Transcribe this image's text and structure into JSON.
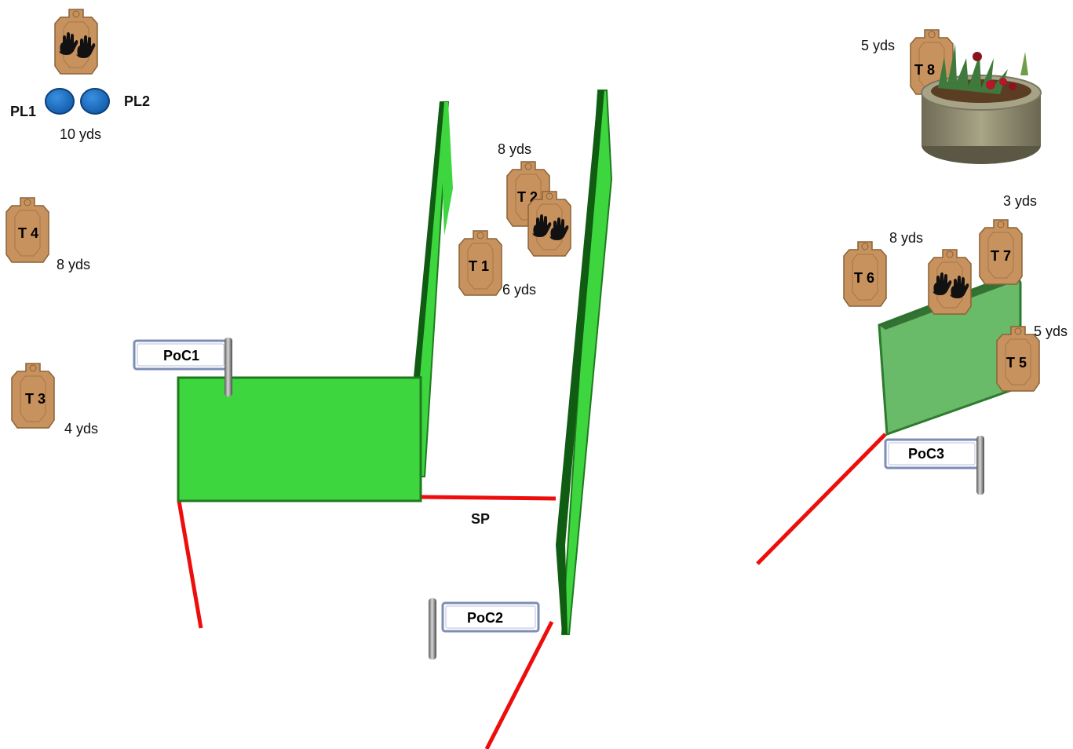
{
  "colors": {
    "wall": "#3ed63e",
    "wall_edge": "#1f7a1f",
    "wall_dark": "#0f5c12",
    "fault_line": "#ee0d0d",
    "target": "#c8925f",
    "target_edge": "#8a6236",
    "popper": "#1a6fc4",
    "translucent_wall": "#4fae4f",
    "sign_border": "#7d8db4"
  },
  "targets": [
    {
      "id": "T1",
      "label": "T 1",
      "distance": "6 yds",
      "no_shoot": false
    },
    {
      "id": "T2",
      "label": "T 2",
      "distance": "8 yds",
      "no_shoot": false
    },
    {
      "id": "T2-NS",
      "label": "",
      "distance": "",
      "no_shoot": true
    },
    {
      "id": "T3",
      "label": "T 3",
      "distance": "4 yds",
      "no_shoot": false
    },
    {
      "id": "T4",
      "label": "T 4",
      "distance": "8 yds",
      "no_shoot": false
    },
    {
      "id": "T5",
      "label": "T 5",
      "distance": "5 yds",
      "no_shoot": false
    },
    {
      "id": "T6",
      "label": "T 6",
      "distance": "8 yds",
      "no_shoot": false
    },
    {
      "id": "T6-NS",
      "label": "",
      "distance": "",
      "no_shoot": true
    },
    {
      "id": "T7",
      "label": "T 7",
      "distance": "3 yds",
      "no_shoot": false
    },
    {
      "id": "T8",
      "label": "T 8",
      "distance": "5 yds",
      "no_shoot": false
    },
    {
      "id": "PL-NS",
      "label": "",
      "distance": "",
      "no_shoot": true
    }
  ],
  "poppers": {
    "left_label": "PL1",
    "right_label": "PL2",
    "distance": "10 yds"
  },
  "points_of_cover": [
    {
      "id": "PoC1",
      "label": "PoC1"
    },
    {
      "id": "PoC2",
      "label": "PoC2"
    },
    {
      "id": "PoC3",
      "label": "PoC3"
    }
  ],
  "start_position": {
    "label": "SP"
  },
  "icons": {
    "no_shoot": "hands-icon",
    "planter": "stone-planter-icon",
    "flag_pole": "pole-icon"
  }
}
